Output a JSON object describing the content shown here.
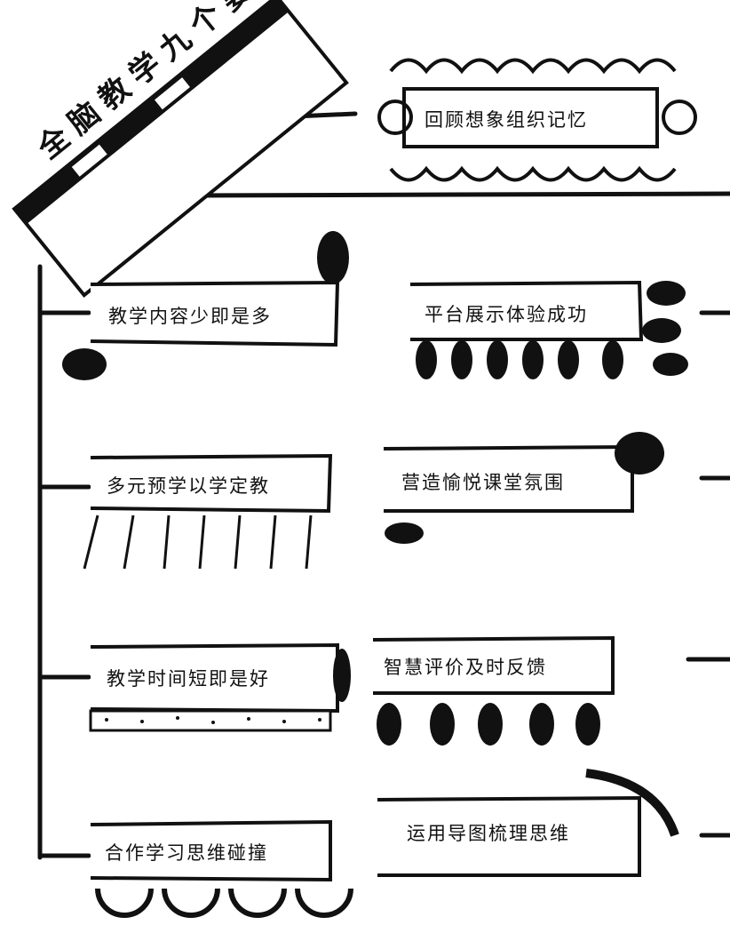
{
  "title": "全脑教学九个要素",
  "items": {
    "memory": "回顾想象组织记忆",
    "less_is_more": "教学内容少即是多",
    "platform": "平台展示体验成功",
    "preview": "多元预学以学定教",
    "atmosphere": "营造愉悦课堂氛围",
    "short_time": "教学时间短即是好",
    "evaluation": "智慧评价及时反馈",
    "cooperation": "合作学习思维碰撞",
    "mind_map": "运用导图梳理思维"
  },
  "colors": {
    "ink": "#111111",
    "paper": "#ffffff"
  }
}
